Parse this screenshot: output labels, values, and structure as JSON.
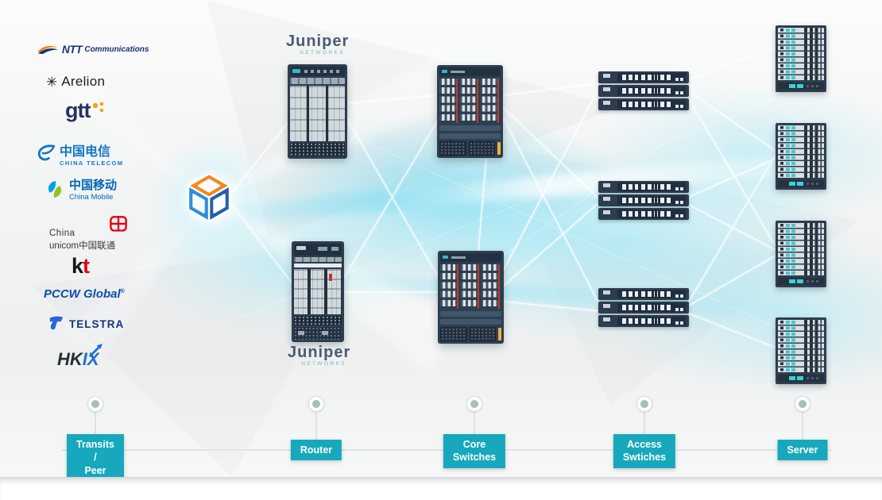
{
  "carriers": [
    {
      "id": "ntt",
      "part1": "NTT",
      "part2": "Communications"
    },
    {
      "id": "arelion",
      "mark": "✳",
      "name": "Arelion"
    },
    {
      "id": "gtt",
      "name": "gtt"
    },
    {
      "id": "china-telecom",
      "cn": "中国电信",
      "en": "CHINA TELECOM"
    },
    {
      "id": "china-mobile",
      "cn": "中国移动",
      "en": "China Mobile"
    },
    {
      "id": "china-unicom",
      "line1": "China",
      "line2": "unicom中国联通"
    },
    {
      "id": "kt",
      "k": "k",
      "t": "t"
    },
    {
      "id": "pccw",
      "part1": "PCCW",
      "part2": "Global",
      "reg": "®"
    },
    {
      "id": "telstra",
      "name": "TELSTRA"
    },
    {
      "id": "hkix",
      "hk": "HK",
      "ix": "IX"
    }
  ],
  "vendor": {
    "name": "Juniper",
    "sub": "NETWORKS"
  },
  "stages": [
    {
      "label": "Transits /\nPeer"
    },
    {
      "label": "Router"
    },
    {
      "label": "Core\nSwitches"
    },
    {
      "label": "Access\nSwtiches"
    },
    {
      "label": "Server"
    }
  ],
  "colors": {
    "stage_label_bg": "#18a8bd",
    "chassis_navy": "#2d3e50",
    "accent_teal": "#36b7c5",
    "accent_red": "#c0392b",
    "accent_yellow": "#e8b33c",
    "glow_cyan": "#7fd9ec"
  }
}
